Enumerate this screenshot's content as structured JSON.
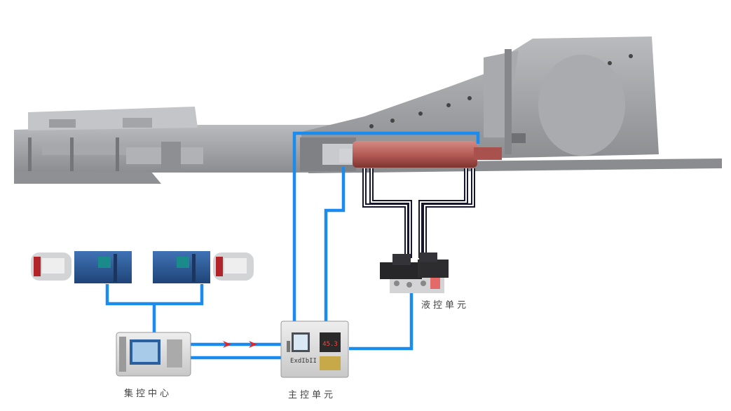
{
  "labels": {
    "hydraulic_unit": "液控单元",
    "central_control": "集控中心",
    "main_control": "主控单元"
  },
  "devices": {
    "main_control_nameplate": "ExdIbII",
    "main_control_display": "45.3"
  },
  "colors": {
    "signal_line": "#1a8cf0",
    "hydraulic_line": "#151530",
    "machine_grey": "#9a9c9f",
    "cylinder_red": "#b85a55",
    "cabinet_blue": "#2c5c9a",
    "motor_red": "#b2242a"
  },
  "icons": {
    "flow_arrow": "red-arrow-icon"
  }
}
